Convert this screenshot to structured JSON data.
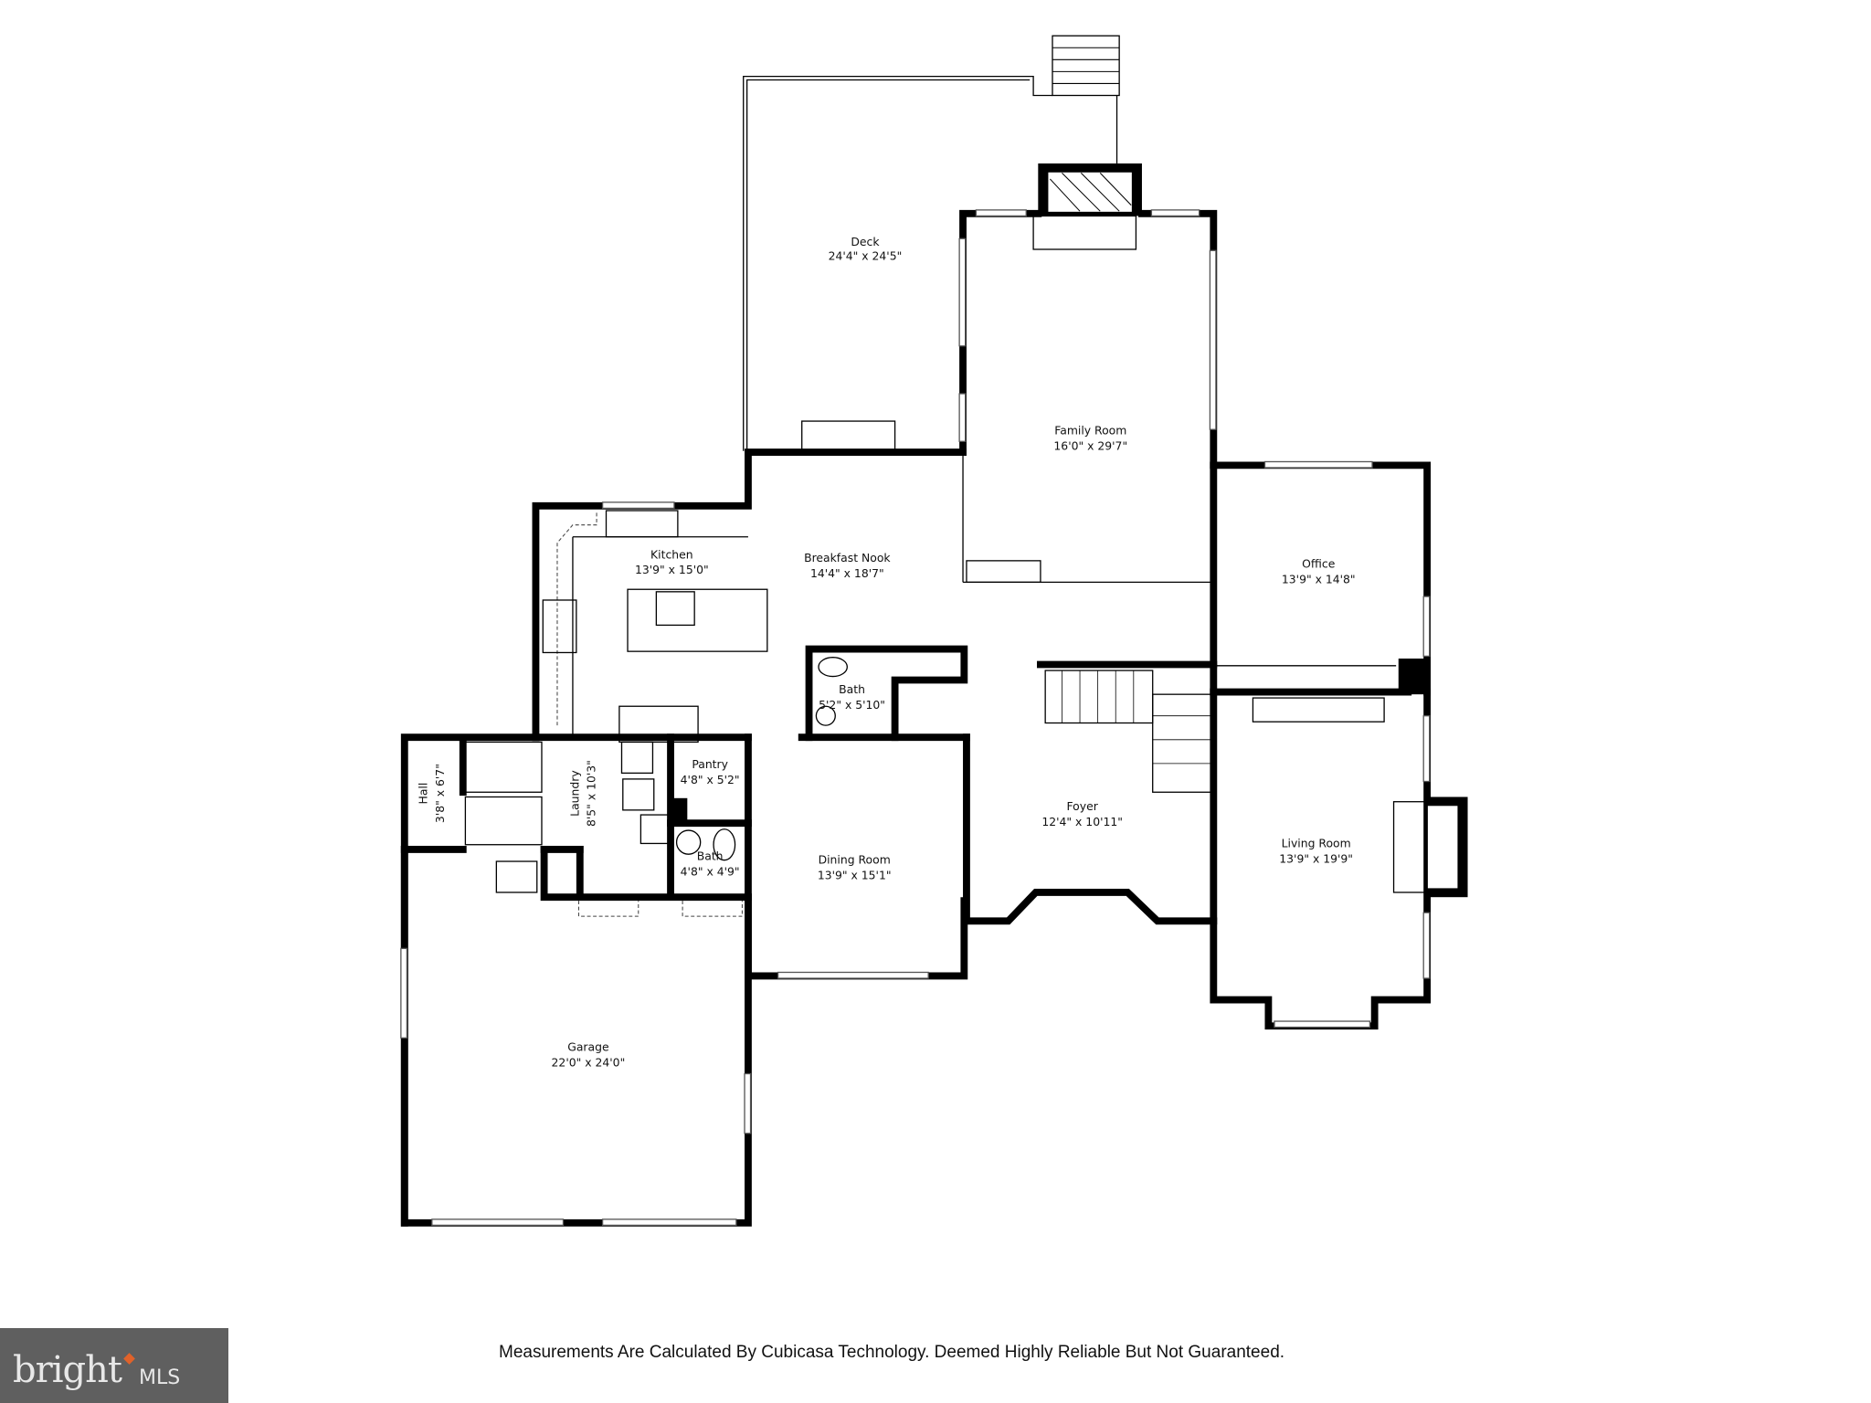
{
  "rooms": {
    "deck": {
      "name": "Deck",
      "size": "24'4\" x 24'5\""
    },
    "family_room": {
      "name": "Family Room",
      "size": "16'0\" x 29'7\""
    },
    "kitchen": {
      "name": "Kitchen",
      "size": "13'9\" x 15'0\""
    },
    "breakfast_nook": {
      "name": "Breakfast Nook",
      "size": "14'4\" x 18'7\""
    },
    "office": {
      "name": "Office",
      "size": "13'9\" x 14'8\""
    },
    "bath_1": {
      "name": "Bath",
      "size": "5'2\" x 5'10\""
    },
    "hall": {
      "name": "Hall",
      "size": "3'8\" x 6'7\""
    },
    "laundry": {
      "name": "Laundry",
      "size": "8'5\" x 10'3\""
    },
    "pantry": {
      "name": "Pantry",
      "size": "4'8\" x 5'2\""
    },
    "bath_2": {
      "name": "Bath",
      "size": "4'8\" x 4'9\""
    },
    "foyer": {
      "name": "Foyer",
      "size": "12'4\" x 10'11\""
    },
    "living_room": {
      "name": "Living Room",
      "size": "13'9\" x 19'9\""
    },
    "dining_room": {
      "name": "Dining Room",
      "size": "13'9\" x 15'1\""
    },
    "garage": {
      "name": "Garage",
      "size": "22'0\" x 24'0\""
    }
  },
  "footer": {
    "disclaimer": "Measurements Are Calculated By Cubicasa Technology. Deemed Highly Reliable But Not Guaranteed.",
    "logo": {
      "brand": "bright",
      "suffix": "MLS",
      "accent_color": "#e0622a",
      "background": "#5f5f5f"
    }
  }
}
